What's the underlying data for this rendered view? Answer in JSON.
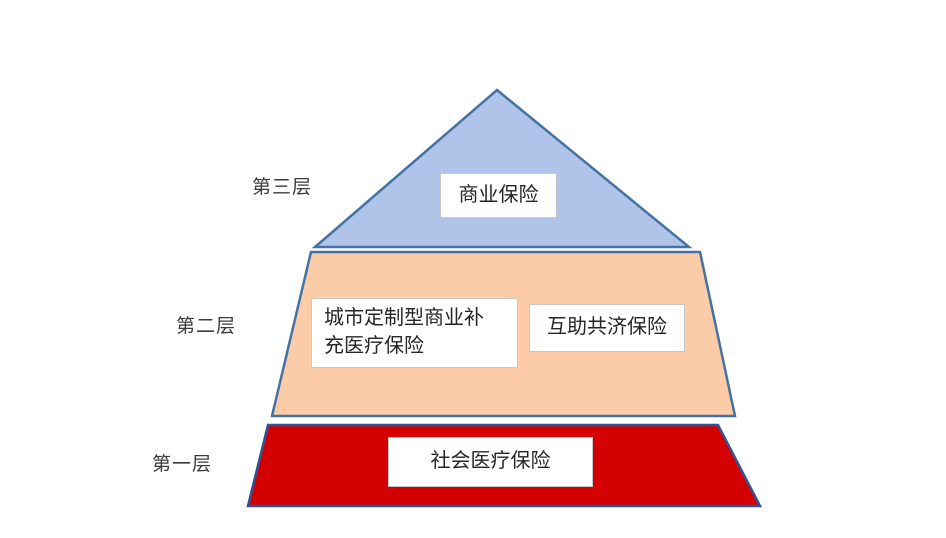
{
  "diagram": {
    "type": "layered-pyramid",
    "background_color": "#ffffff",
    "tiers": [
      {
        "id": "tier-3",
        "label": "第三层",
        "shape": "triangle",
        "fill_color": "#AFC4E8",
        "stroke_color": "#4472A4",
        "items": [
          {
            "id": "commercial-insurance",
            "text": "商业保险"
          }
        ]
      },
      {
        "id": "tier-2",
        "label": "第二层",
        "shape": "trapezoid",
        "fill_color": "#FCCBA7",
        "stroke_color": "#4472A4",
        "items": [
          {
            "id": "city-supplement-insurance",
            "text": "城市定制型商业补充医疗保险"
          },
          {
            "id": "mutual-aid-insurance",
            "text": "互助共济保险"
          }
        ]
      },
      {
        "id": "tier-1",
        "label": "第一层",
        "shape": "trapezoid",
        "fill_color": "#D40000",
        "stroke_color": "#2F5496",
        "items": [
          {
            "id": "social-medical-insurance",
            "text": "社会医疗保险"
          }
        ]
      }
    ]
  },
  "tier3": {
    "label": "第三层",
    "commercial_insurance": "商业保险",
    "fill": "#AFC4E8",
    "stroke": "#4472A4"
  },
  "tier2": {
    "label": "第二层",
    "city_supplement_line1": "城市定制型商业补",
    "city_supplement_line2": "充医疗保险",
    "mutual_aid": "互助共济保险",
    "fill": "#FCCBA7",
    "stroke": "#4472A4"
  },
  "tier1": {
    "label": "第一层",
    "social_medical": "社会医疗保险",
    "fill": "#D40000",
    "stroke": "#2F5496"
  }
}
